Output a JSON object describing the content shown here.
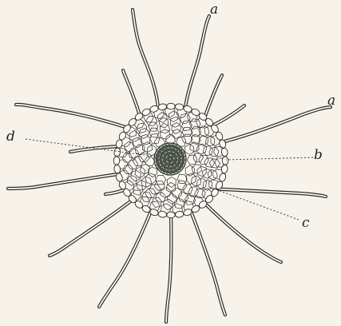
{
  "labels": {
    "a_top": "a",
    "a_right": "a",
    "b": "b",
    "c": "c",
    "d": "d"
  },
  "colors": {
    "ink": "#2a2a2a",
    "paper": "#f7f3ea",
    "stele": "#4d5a4a"
  }
}
